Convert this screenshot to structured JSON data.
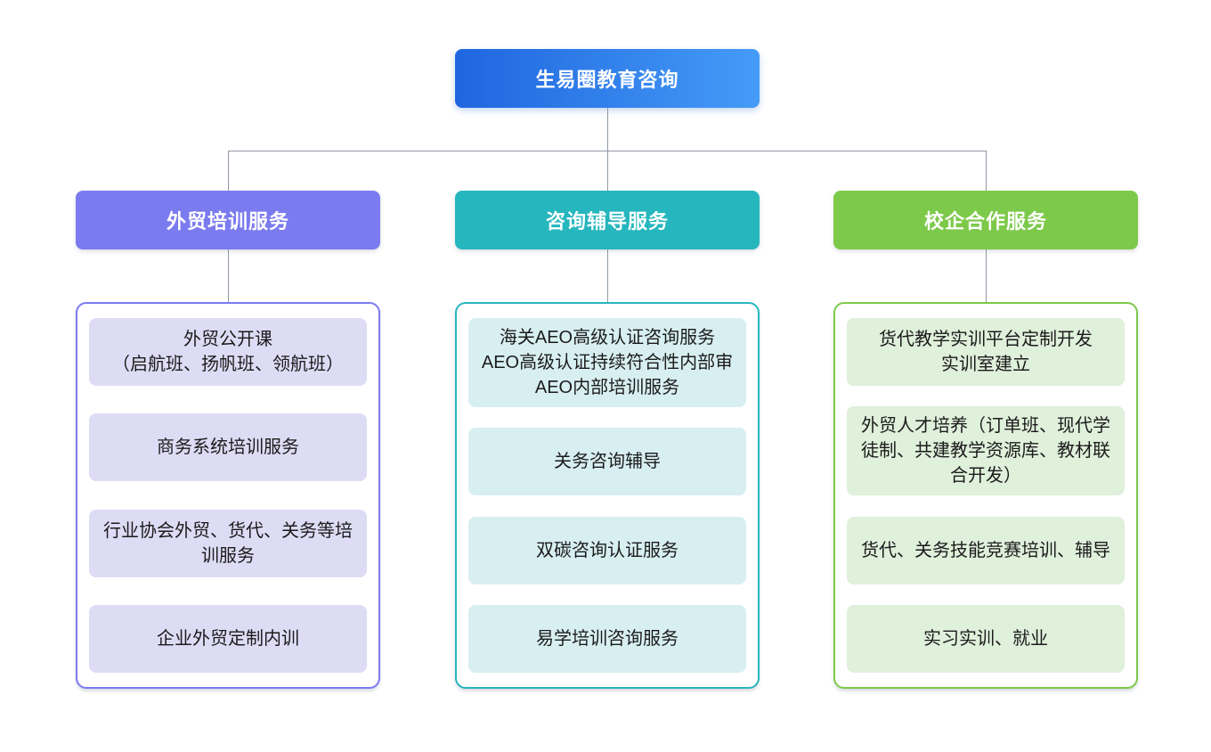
{
  "diagram": {
    "root": {
      "label": "生易圈教育咨询",
      "gradient_from": "#1F66DF",
      "gradient_to": "#459BF7"
    },
    "connector_color": "#8E98A4",
    "branches": [
      {
        "title": "外贸培训服务",
        "accent": "#7B7BF0",
        "item_bg": "#DEDCF5",
        "items": [
          "外贸公开课\n（启航班、扬帆班、领航班）",
          "商务系统培训服务",
          "行业协会外贸、货代、关务等培训服务",
          "企业外贸定制内训"
        ]
      },
      {
        "title": "咨询辅导服务",
        "accent": "#26B6BE",
        "item_bg": "#D8EFF2",
        "items": [
          "海关AEO高级认证咨询服务\nAEO高级认证持续符合性内部审\nAEO内部培训服务",
          "关务咨询辅导",
          "双碳咨询认证服务",
          "易学培训咨询服务"
        ]
      },
      {
        "title": "校企合作服务",
        "accent": "#7DC94A",
        "item_bg": "#DFF0DB",
        "items": [
          "货代教学实训平台定制开发\n实训室建立",
          "外贸人才培养（订单班、现代学徒制、共建教学资源库、教材联合开发）",
          "货代、关务技能竞赛培训、辅导",
          "实习实训、就业"
        ]
      }
    ]
  }
}
